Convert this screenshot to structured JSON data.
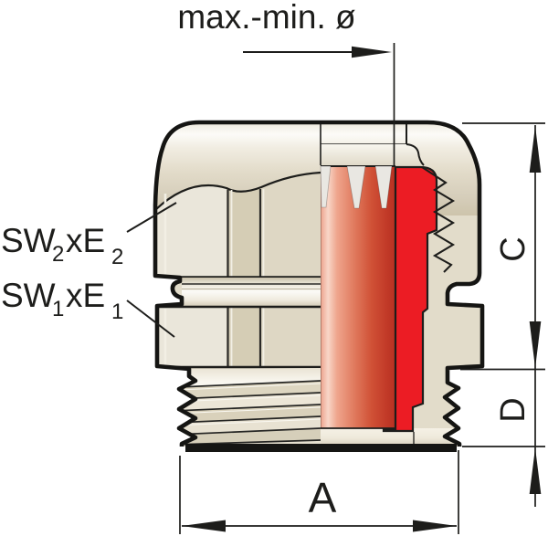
{
  "dimensions": {
    "top": "max.-min. ø",
    "right_upper": "C",
    "right_lower": "D",
    "bottom": "A"
  },
  "labels": {
    "sw2": {
      "prefix": "SW",
      "prefix_sub": "2",
      "mid": "xE",
      "suffix_sub": "2"
    },
    "sw1": {
      "prefix": "SW",
      "prefix_sub": "1",
      "mid": "xE",
      "suffix_sub": "1"
    }
  },
  "colors": {
    "background": "#ffffff",
    "outline": "#1d1d1b",
    "body_facet_light": "#eae6da",
    "body_facet_mid": "#ded7c4",
    "body_facet_dark": "#d5cdb5",
    "seal_red": "#ec1c24",
    "cable_red_dark": "#b73021",
    "cable_red_light": "#f8d6c8",
    "clamp_finger": "#e9e7e2"
  }
}
